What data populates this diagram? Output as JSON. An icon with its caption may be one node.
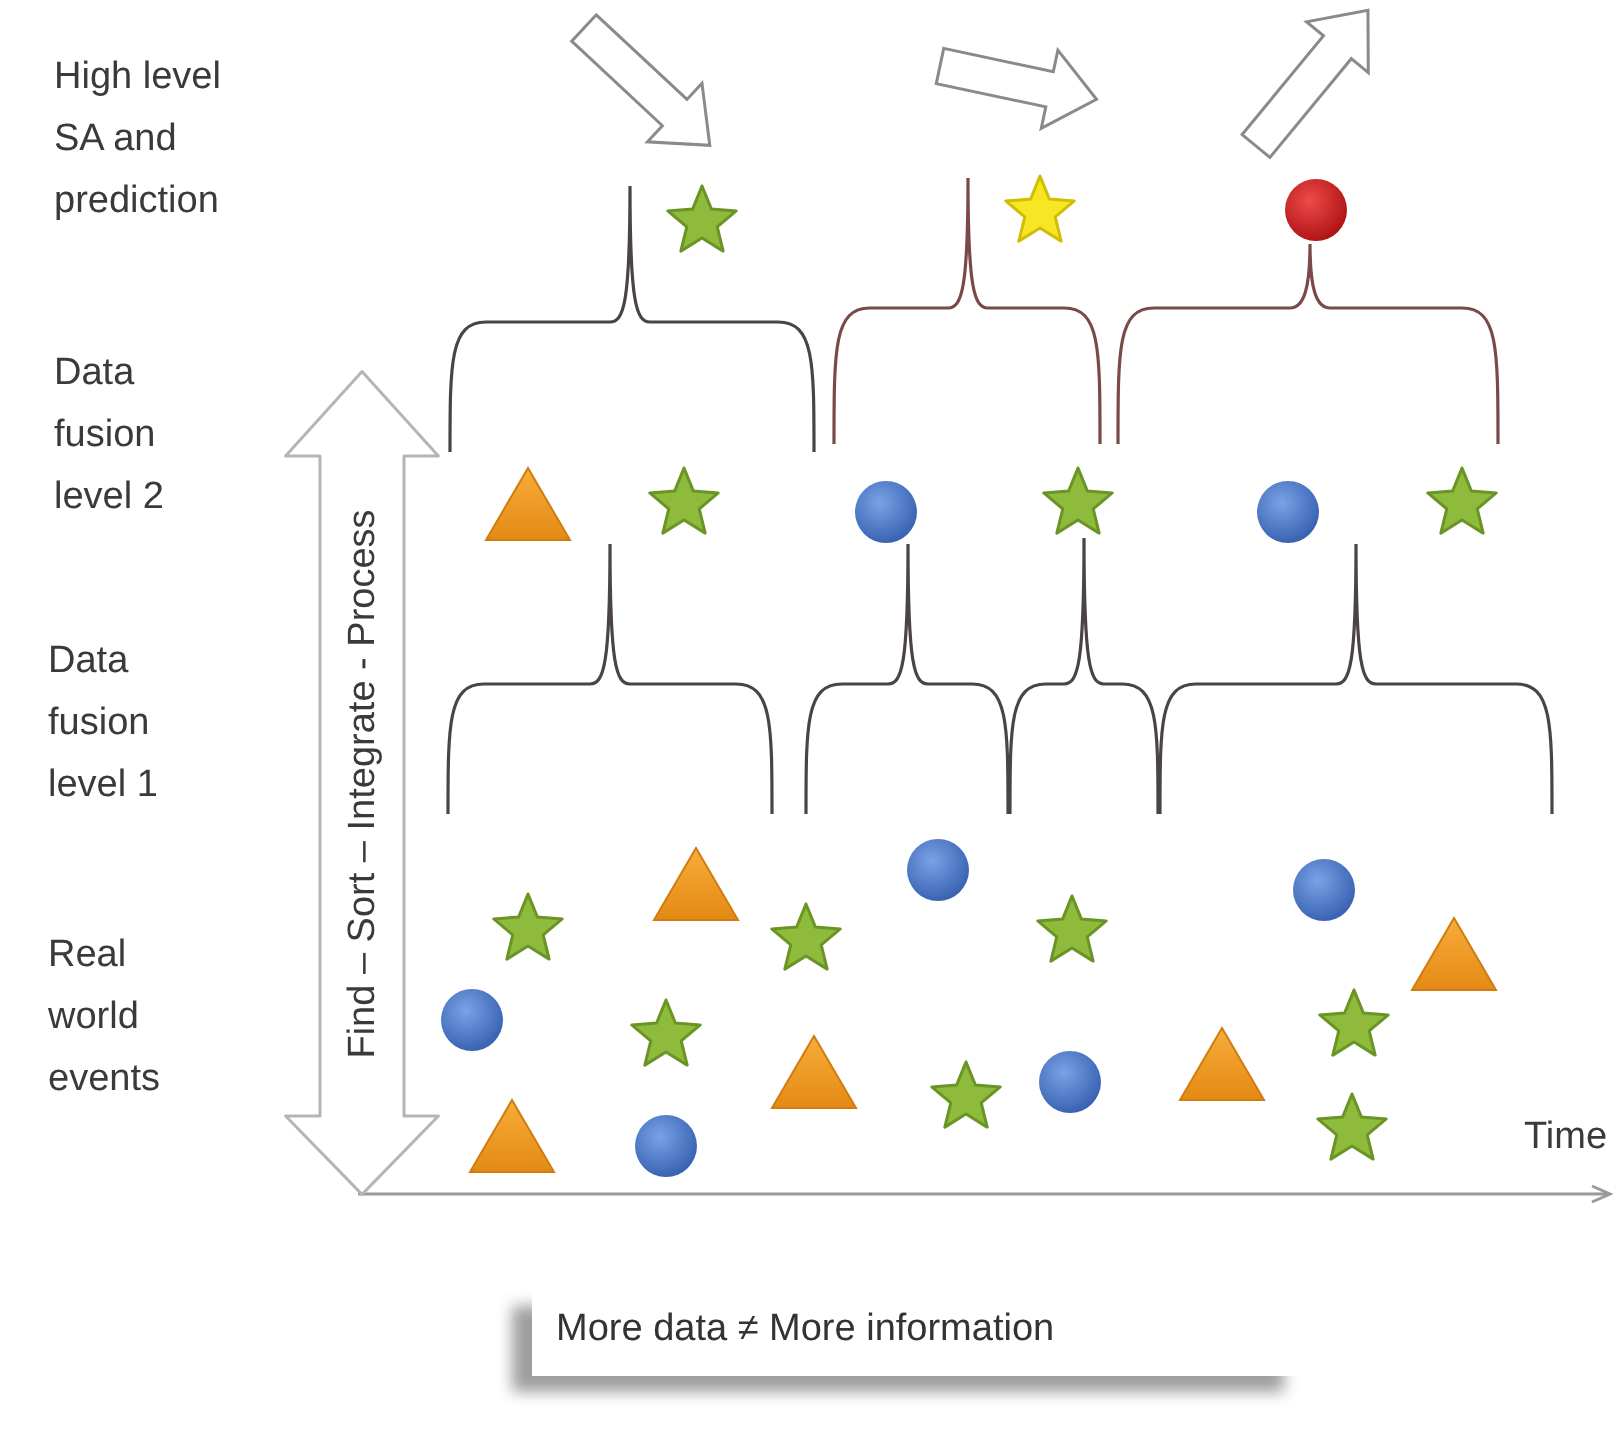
{
  "diagram": {
    "nodes": [
      {
        "text": [
          "Find – Sort – Integrate - Process"
        ]
      },
      {
        "text": [
          "More data ≠ More information"
        ]
      }
    ],
    "labels": [
      "High level SA and prediction",
      "Data fusion level 2",
      "Data fusion level 1",
      "Real world events",
      "Time"
    ]
  }
}
